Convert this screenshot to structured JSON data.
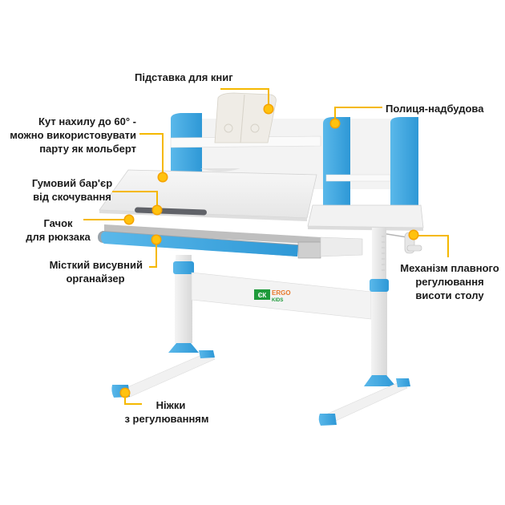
{
  "colors": {
    "accent_blue": "#2fa0dc",
    "callout_yellow": "#ffc20e",
    "callout_line": "#f5b800",
    "text": "#1a1a1a",
    "logo_green": "#1e9a3a",
    "logo_orange": "#e8782a"
  },
  "product": {
    "type": "children's ergonomic adjustable desk",
    "logo": {
      "mark": "ЄК",
      "brand_line1": "ERGO",
      "brand_line2": "KIDS"
    }
  },
  "callouts": [
    {
      "id": "book-stand",
      "text_lines": [
        "Підставка для книг"
      ]
    },
    {
      "id": "tilt-angle",
      "text_lines": [
        "Кут нахилу до 60° -",
        "можно використовувати",
        "парту як мольберт"
      ]
    },
    {
      "id": "rubber-barrier",
      "text_lines": [
        "Гумовий бар'єр",
        "від скочування"
      ]
    },
    {
      "id": "backpack-hook",
      "text_lines": [
        "Гачок",
        "для рюкзака"
      ]
    },
    {
      "id": "drawer-organizer",
      "text_lines": [
        "Місткий висувний",
        "органайзер"
      ]
    },
    {
      "id": "shelf-superstructure",
      "text_lines": [
        "Полиця-надбудова"
      ]
    },
    {
      "id": "height-mechanism",
      "text_lines": [
        "Механізм плавного",
        "регулювання",
        "висоти столу"
      ]
    },
    {
      "id": "adjustable-feet",
      "text_lines": [
        "Ніжки",
        "з регулюванням"
      ]
    }
  ]
}
